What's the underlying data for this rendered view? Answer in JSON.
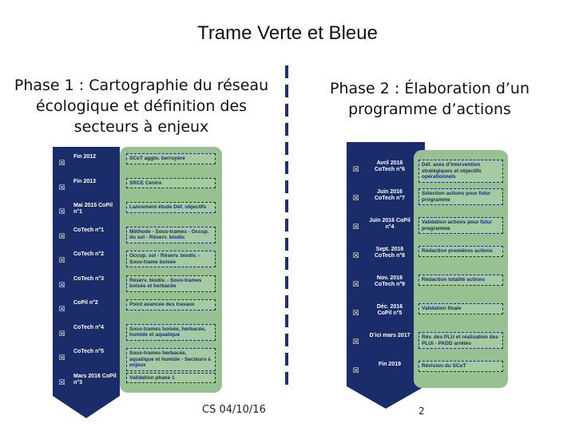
{
  "title": "Trame Verte et Bleue",
  "phase1": {
    "title": "Phase 1 : Cartographie du réseau écologique et définition des secteurs à enjeux",
    "rows": [
      {
        "date": "Fin 2012",
        "task": "SCoT agglo. berruyère"
      },
      {
        "date": "Fin 2013",
        "task": "SRCE Centre"
      },
      {
        "date": "Mai 2015 CoPil n°1",
        "task": "Lancement étude Déf. objectifs"
      },
      {
        "date": "CoTech n°1",
        "task": "Méthode - Sous-trames - Occup. du sol - Réserv. biodiv."
      },
      {
        "date": "CoTech n°2",
        "task": "Occup. sol - Réserv. biodiv. - Sous-trame boisée"
      },
      {
        "date": "CoTech n°3",
        "task": "Réserv. biodiv. - Sous-trames boisée et herbacée"
      },
      {
        "date": "CoPil n°2",
        "task": "Point avancée des travaux"
      },
      {
        "date": "CoTech n°4",
        "task": "Sous-trames boisée, herbacée, humide et aquatique"
      },
      {
        "date": "CoTech n°5",
        "task": "Sous-trames herbacée, aquatique et humide - Secteurs à enjeux"
      },
      {
        "date": "Mars 2016 CoPil n°3",
        "task": "Validation phase 1"
      }
    ]
  },
  "phase2": {
    "title": "Phase 2 : Élaboration d’un programme d’actions",
    "rows": [
      {
        "date": "Avril 2016 CoTech n°6",
        "task": "Déf. axes d’intervention stratégiques et objectifs opérationnels"
      },
      {
        "date": "Juin 2016 CoTech n°7",
        "task": "Sélection actions pour futur programme"
      },
      {
        "date": "Juin 2016 CoPil n°4",
        "task": "Validation actions pour futur programme"
      },
      {
        "date": "Sept. 2016 CoTech n°8",
        "task": "Rédaction premières actions"
      },
      {
        "date": "Nov. 2016 CoTech n°9",
        "task": "Rédaction totalité actions"
      },
      {
        "date": "Déc. 2016 CoPil n°5",
        "task": "Validation finale"
      },
      {
        "date": "D’ici mars 2017",
        "task": "Rév. des PLU et réalisation des PLUi - PADD arrêtés"
      },
      {
        "date": "Fin 2019",
        "task": "Révision du SCoT"
      }
    ]
  },
  "checkbox_glyph": "☒",
  "footer": "CS 04/10/16",
  "page_number": "2"
}
